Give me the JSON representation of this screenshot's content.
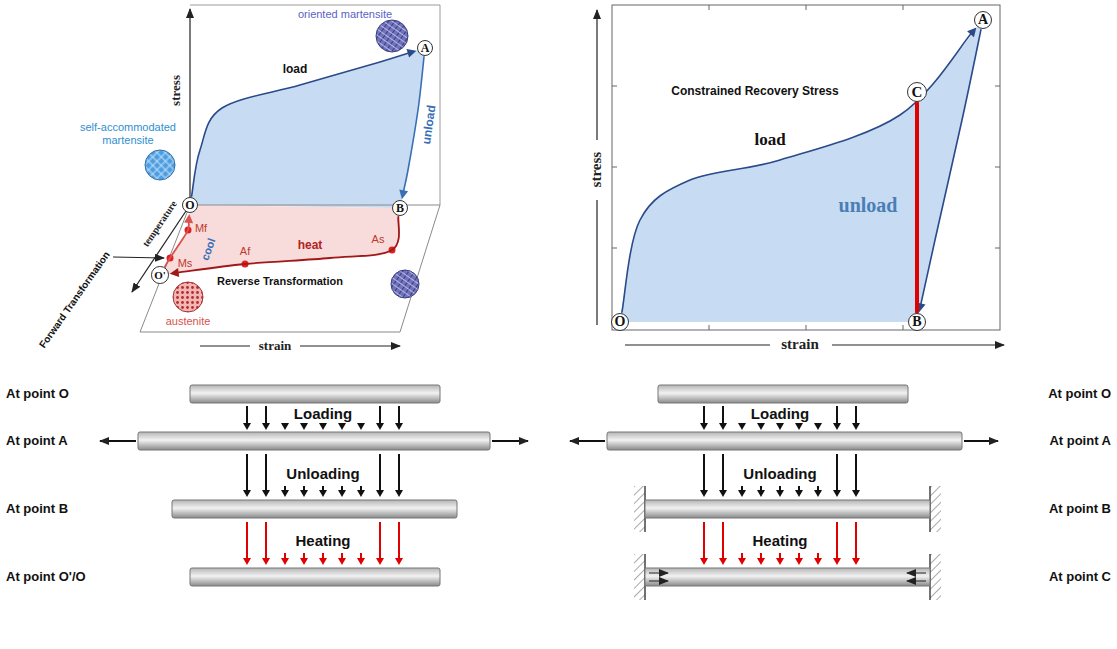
{
  "diagram": {
    "nodes": [
      {
        "text": [
          "O"
        ]
      },
      {
        "text": [
          "A"
        ]
      },
      {
        "text": [
          "B"
        ]
      },
      {
        "text": [
          "O'"
        ]
      },
      {
        "text": [
          "O"
        ]
      },
      {
        "text": [
          "A"
        ]
      },
      {
        "text": [
          "B"
        ]
      },
      {
        "text": [
          "C"
        ]
      }
    ],
    "edges": [
      {
        "from": 0,
        "to": 1,
        "arrow": "to",
        "label": "load"
      },
      {
        "from": 1,
        "to": 2,
        "arrow": "to",
        "label": "unload"
      },
      {
        "from": 2,
        "to": 3,
        "arrow": "to",
        "label": "heat"
      },
      {
        "from": 3,
        "to": 0,
        "arrow": "to",
        "label": "cool"
      },
      {
        "from": 4,
        "to": 5,
        "arrow": "to",
        "label": "load"
      },
      {
        "from": 5,
        "to": 6,
        "arrow": "to",
        "label": "unload"
      },
      {
        "from": 6,
        "to": 7,
        "arrow": "none"
      }
    ],
    "labels": [
      "stress",
      "temperature",
      "strain",
      "oriented martensite",
      "self-accommodated martensite",
      "austenite",
      "Mf",
      "Ms",
      "Af",
      "As",
      "Reverse Transformation",
      "Forward Transformation",
      "stress",
      "strain",
      "Constrained Recovery Stress",
      "At point O",
      "Loading",
      "At point A",
      "Unloading",
      "At point B",
      "Heating",
      "At point O'/O",
      "At point O",
      "Loading",
      "At point A",
      "Unloading",
      "At point B",
      "Heating",
      "At point C"
    ]
  }
}
